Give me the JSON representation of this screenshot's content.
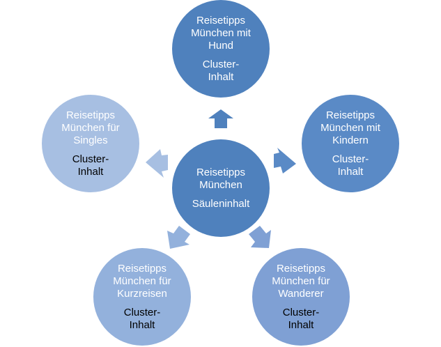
{
  "diagram": {
    "center": {
      "title": "Reisetipps\nMünchen",
      "subtitle": "Säuleninhalt"
    },
    "nodes": {
      "top": {
        "title": "Reisetipps\nMünchen mit\nHund",
        "subtitle": "Cluster-\nInhalt"
      },
      "right": {
        "title": "Reisetipps\nMünchen mit\nKindern",
        "subtitle": "Cluster-\nInhalt"
      },
      "left": {
        "title": "Reisetipps\nMünchen für\nSingles",
        "subtitle": "Cluster-\nInhalt"
      },
      "bottom_left": {
        "title": "Reisetipps\nMünchen für\nKurzreisen",
        "subtitle": "Cluster-\nInhalt"
      },
      "bottom_right": {
        "title": "Reisetipps\nMünchen für\nWanderer",
        "subtitle": "Cluster-\nInhalt"
      }
    },
    "colors": {
      "center": "#4f81bd",
      "top": "#4f81bd",
      "right": "#5a8ac6",
      "left": "#a7bfe2",
      "bottom_left": "#93b1dc",
      "bottom_right": "#7fa0d4"
    }
  }
}
